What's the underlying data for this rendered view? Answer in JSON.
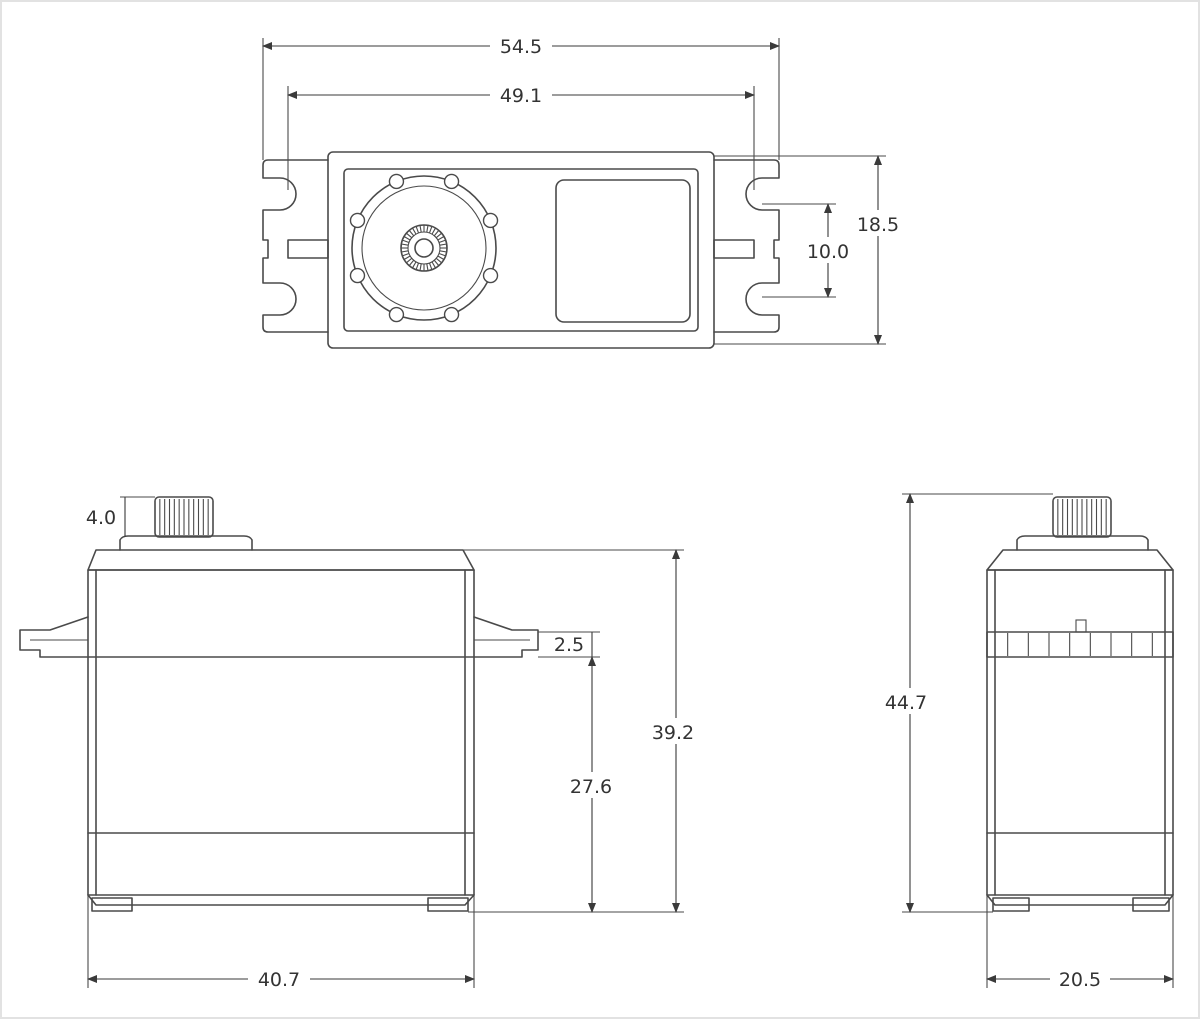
{
  "colors": {
    "line": "#4a4a4a",
    "dimension": "#3a3a3a",
    "text": "#333333",
    "background": "#ffffff"
  },
  "dimensions": {
    "overall_length_with_tabs": "54.5",
    "mounting_hole_spacing": "49.1",
    "body_width": "18.5",
    "mounting_hole_pitch": "10.0",
    "spline_height": "4.0",
    "tab_thickness": "2.5",
    "body_height": "39.2",
    "tab_height_from_bottom": "27.6",
    "body_length": "40.7",
    "total_height": "44.7",
    "side_width": "20.5"
  }
}
